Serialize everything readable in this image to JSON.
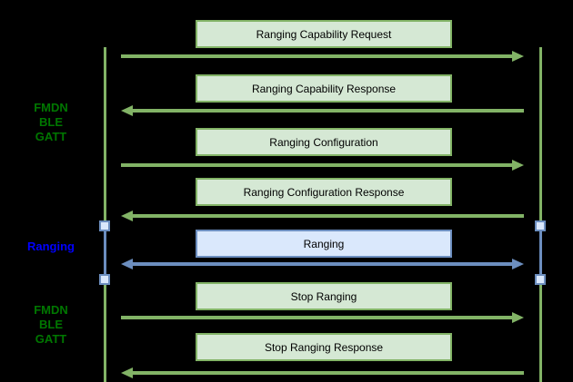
{
  "diagram": {
    "type": "sequence-diagram",
    "background": "#000000",
    "palette": {
      "green_fill": "#d5e8d4",
      "green_stroke": "#82b366",
      "blue_fill": "#dae8fc",
      "blue_stroke": "#6c8ebf",
      "side_label_green": "#007700",
      "side_label_blue": "#0000ff",
      "box_text": "#000000"
    },
    "side_labels": [
      {
        "id": "gatt-top",
        "text": "FMDN\nBLE\nGATT"
      },
      {
        "id": "ranging",
        "text": "Ranging"
      },
      {
        "id": "gatt-bottom",
        "text": "FMDN\nBLE\nGATT"
      }
    ],
    "messages": [
      {
        "label": "Ranging Capability Request",
        "direction": "right",
        "theme": "green"
      },
      {
        "label": "Ranging Capability Response",
        "direction": "left",
        "theme": "green"
      },
      {
        "label": "Ranging Configuration",
        "direction": "right",
        "theme": "green"
      },
      {
        "label": "Ranging Configuration Response",
        "direction": "left",
        "theme": "green"
      },
      {
        "label": "Ranging",
        "direction": "both",
        "theme": "blue"
      },
      {
        "label": "Stop Ranging",
        "direction": "right",
        "theme": "green"
      },
      {
        "label": "Stop Ranging Response",
        "direction": "left",
        "theme": "green"
      }
    ]
  }
}
